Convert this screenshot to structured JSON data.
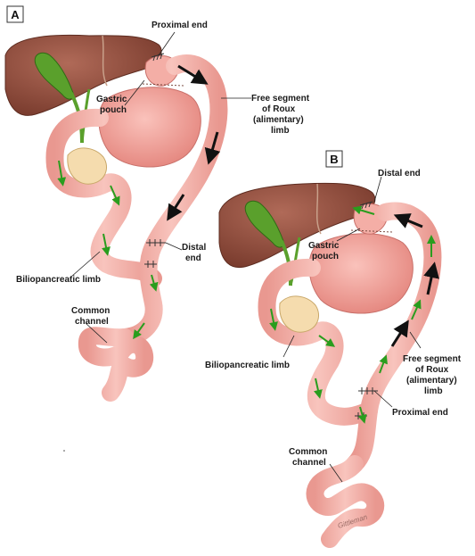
{
  "panel_a": {
    "letter": "A",
    "labels": {
      "proximal_end": "Proximal end",
      "gastric_pouch": [
        "Gastric",
        "pouch"
      ],
      "free_segment": [
        "Free segment",
        "of Roux",
        "(alimentary)",
        "limb"
      ],
      "distal_end": [
        "Distal",
        "end"
      ],
      "biliopancreatic_limb": "Biliopancreatic limb",
      "common_channel": [
        "Common",
        "channel"
      ]
    }
  },
  "panel_b": {
    "letter": "B",
    "labels": {
      "distal_end": "Distal end",
      "gastric_pouch": [
        "Gastric",
        "pouch"
      ],
      "biliopancreatic_limb": "Biliopancreatic limb",
      "free_segment": [
        "Free segment",
        "of Roux",
        "(alimentary)",
        "limb"
      ],
      "proximal_end": "Proximal end",
      "common_channel": [
        "Common",
        "channel"
      ]
    }
  },
  "signature": "Gittleman",
  "colors": {
    "liver": "#8b4a3a",
    "gallbladder": "#5aa02c",
    "bowel": "#f2a5a0",
    "bowel_dark": "#d9847e",
    "stomach": "#f09a92",
    "pancreas": "#f5dcae",
    "flow_arrow_green": "#2a9d1e",
    "flow_arrow_black": "#111111"
  }
}
